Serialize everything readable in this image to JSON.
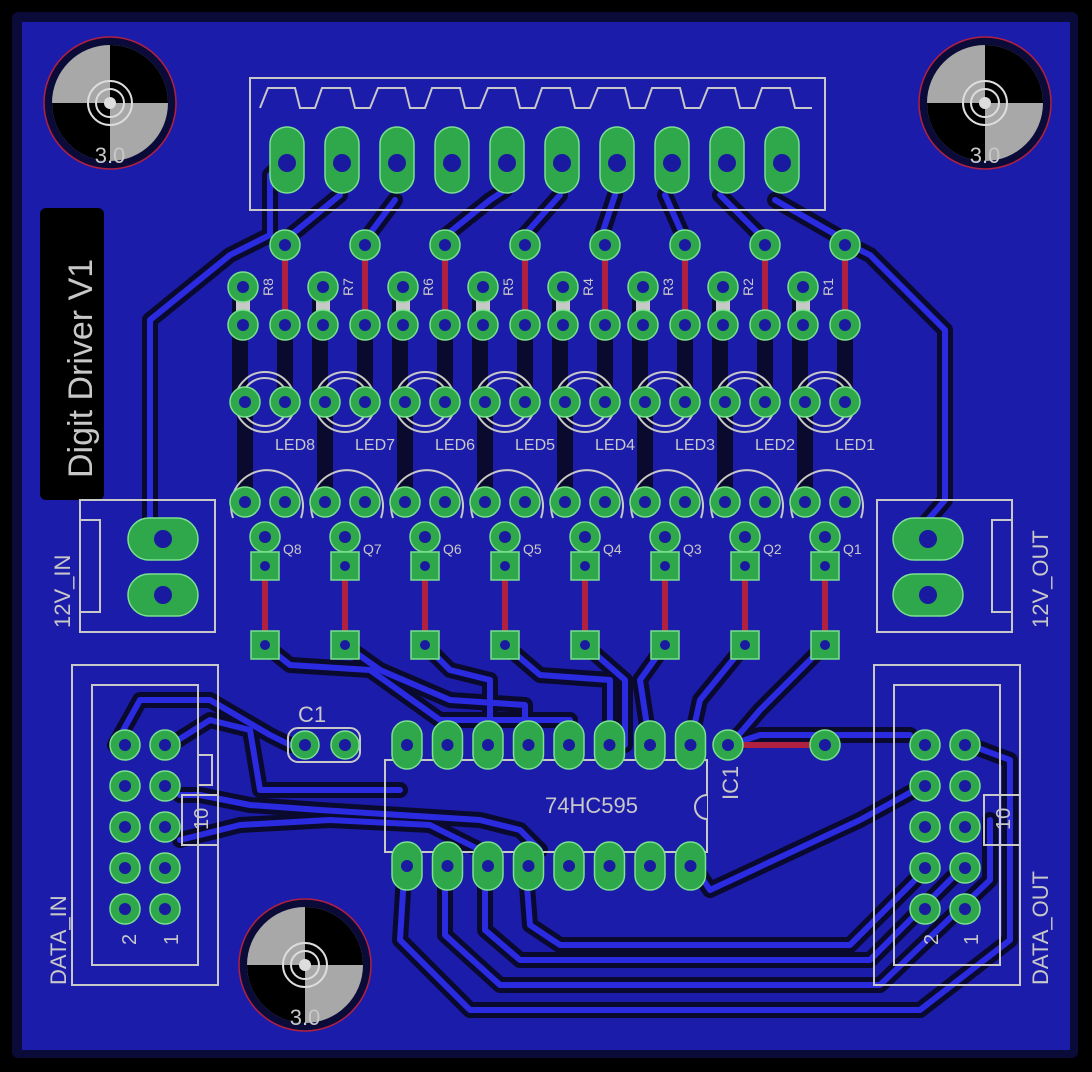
{
  "board": {
    "title": "Digit Driver V1",
    "colors": {
      "copper": "#1c1caa",
      "outline": "#0b0b3a",
      "pad": "#2ea84a",
      "silk": "#c8c8c8",
      "topTrace": "#b02040"
    }
  },
  "mounting_holes": [
    {
      "id": "MH-TL",
      "label": "3.0"
    },
    {
      "id": "MH-TR",
      "label": "3.0"
    },
    {
      "id": "MH-B",
      "label": "3.0"
    }
  ],
  "resistors": [
    "R8",
    "R7",
    "R6",
    "R5",
    "R4",
    "R3",
    "R2",
    "R1"
  ],
  "leds": [
    "LED8",
    "LED7",
    "LED6",
    "LED5",
    "LED4",
    "LED3",
    "LED2",
    "LED1"
  ],
  "transistors": [
    "Q8",
    "Q7",
    "Q6",
    "Q5",
    "Q4",
    "Q3",
    "Q2",
    "Q1"
  ],
  "connectors": {
    "power_in": "12V_IN",
    "power_out": "12V_OUT",
    "data_in": "DATA_IN",
    "data_out": "DATA_OUT",
    "header_pin_labels": {
      "two": "2",
      "one": "1",
      "ten": "10"
    }
  },
  "ic": {
    "ref": "IC1",
    "value": "74HC595"
  },
  "capacitor": {
    "ref": "C1"
  }
}
